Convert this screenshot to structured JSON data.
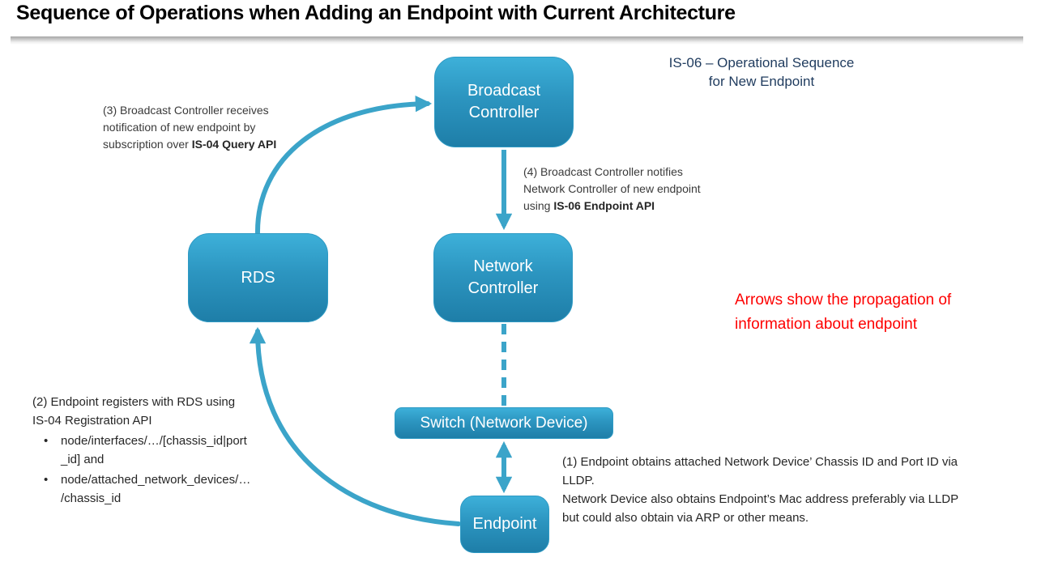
{
  "title": "Sequence of Operations when Adding an Endpoint with Current Architecture",
  "subtitle": "IS-06 – Operational Sequence\nfor New Endpoint",
  "nodes": {
    "broadcast_controller": "Broadcast\nController",
    "network_controller": "Network\nController",
    "rds": "RDS",
    "switch": "Switch (Network Device)",
    "endpoint": "Endpoint"
  },
  "notes": {
    "n3": {
      "text": "(3) Broadcast Controller receives\nnotification of new endpoint by\nsubscription over ",
      "bold": "IS-04 Query API"
    },
    "n4": {
      "text": "(4) Broadcast Controller notifies\nNetwork Controller of new endpoint\nusing ",
      "bold": "IS-06 Endpoint API"
    },
    "n2": {
      "header": "(2) Endpoint registers with RDS using\nIS-04 Registration API",
      "bullet_char": "•",
      "bullets": [
        "node/interfaces/…/[chassis_id|port\n_id]  and",
        "node/attached_network_devices/…\n/chassis_id"
      ]
    },
    "n1": "(1) Endpoint obtains attached Network Device’ Chassis ID and Port ID via\nLLDP.\nNetwork Device also obtains Endpoint’s Mac address preferably via LLDP\nbut could also obtain via ARP or other means.",
    "red_note": "Arrows show the propagation of\ninformation about endpoint"
  },
  "colors": {
    "box_gradient_top": "#3db0d9",
    "box_gradient_bottom": "#1e7ea8",
    "arrow": "#3ba4c9",
    "red_note": "#fe0000",
    "subtitle_blue": "#1f3b5e",
    "body_text": "#262626",
    "title_text": "#000000",
    "rule_gray": "#a6a6a6"
  }
}
